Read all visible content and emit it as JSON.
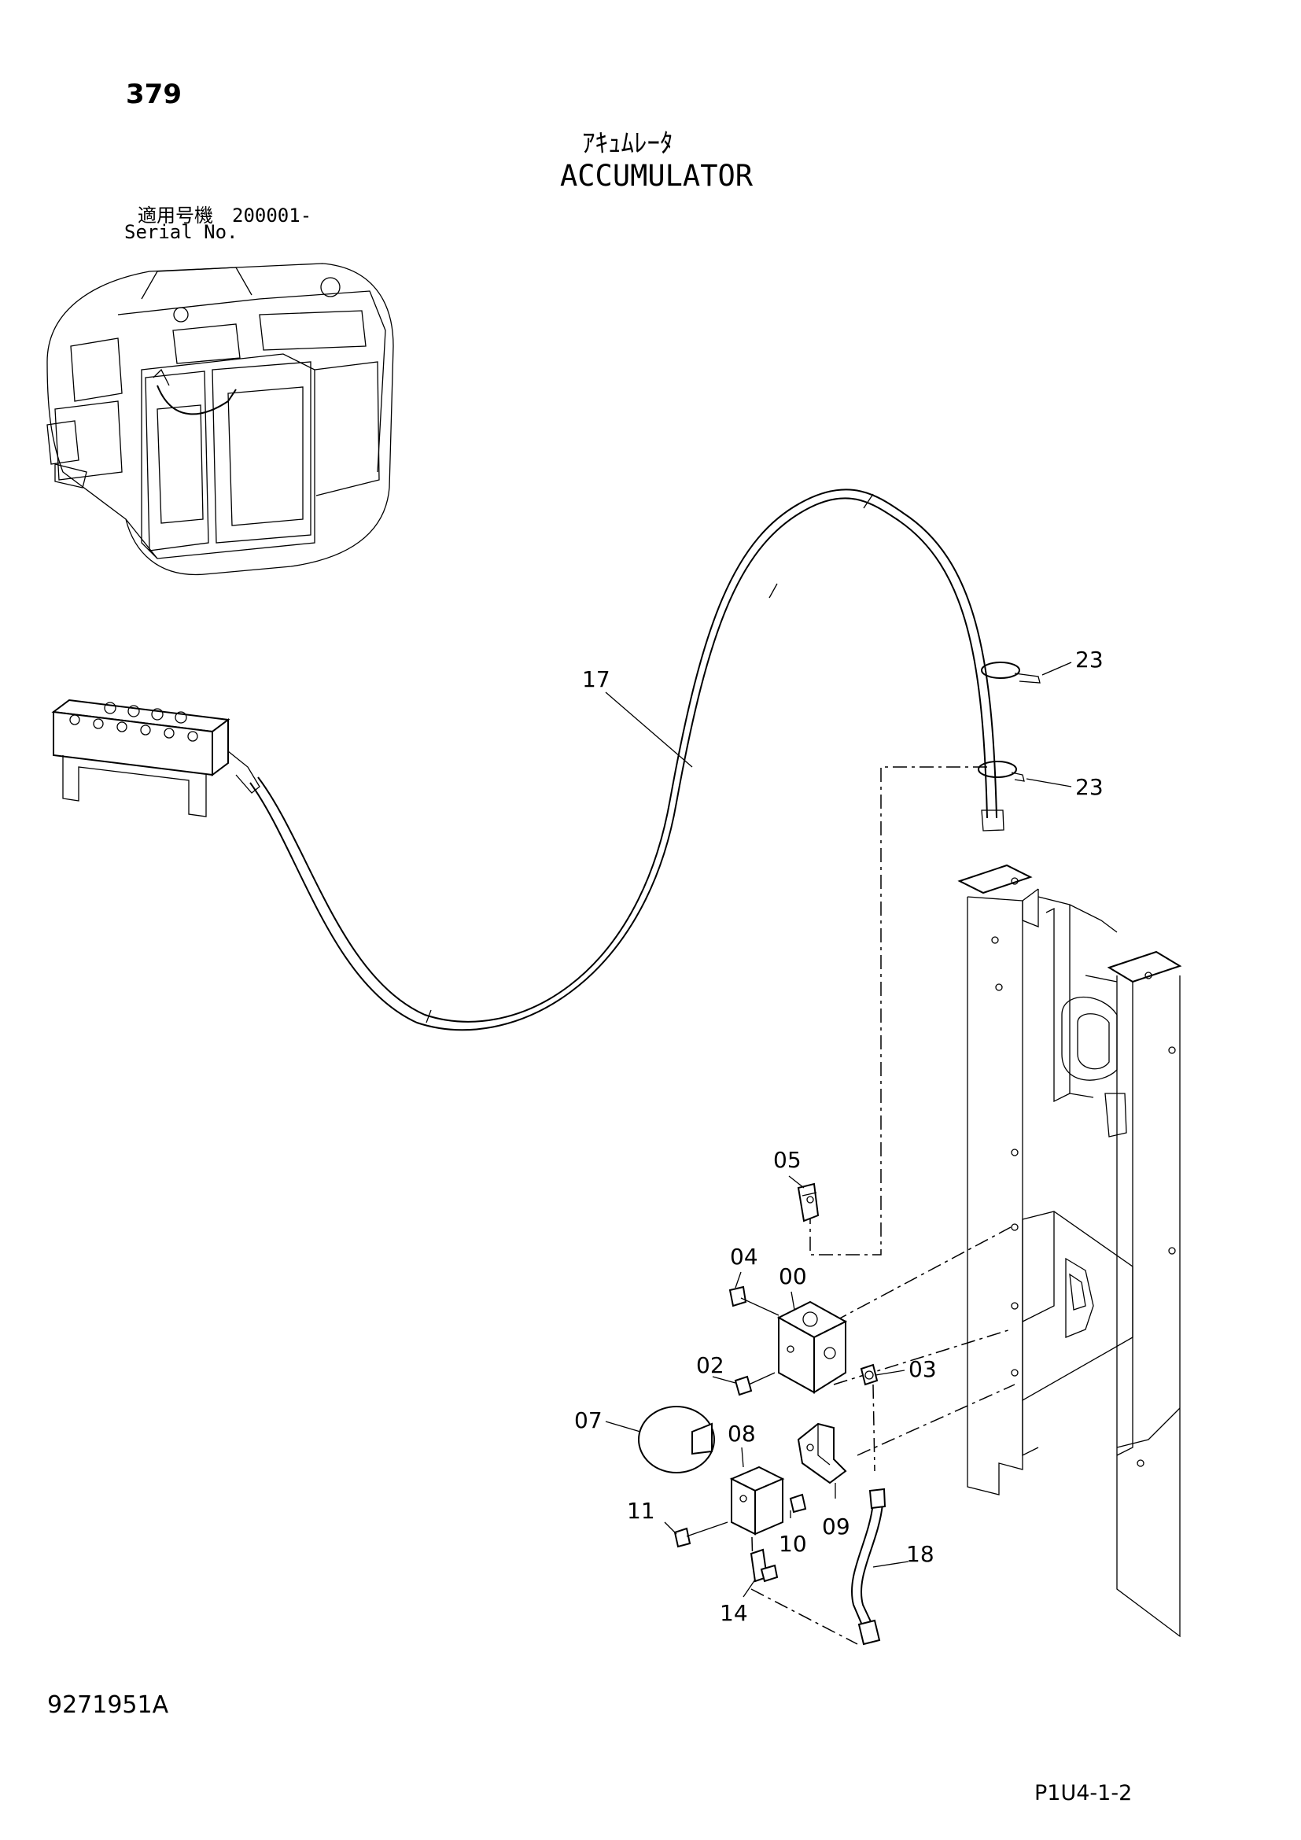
{
  "header": {
    "page_number": "379",
    "title_japanese": "ｱｷｭﾑﾚｰﾀ",
    "title_english": "ACCUMULATOR",
    "serial_label_japanese": "適用号機　200001-",
    "serial_label_english": "Serial No."
  },
  "callouts": [
    {
      "id": "17",
      "label": "17"
    },
    {
      "id": "23a",
      "label": "23"
    },
    {
      "id": "23b",
      "label": "23"
    },
    {
      "id": "05",
      "label": "05"
    },
    {
      "id": "04",
      "label": "04"
    },
    {
      "id": "00",
      "label": "00"
    },
    {
      "id": "02",
      "label": "02"
    },
    {
      "id": "03",
      "label": "03"
    },
    {
      "id": "07",
      "label": "07"
    },
    {
      "id": "08",
      "label": "08"
    },
    {
      "id": "11",
      "label": "11"
    },
    {
      "id": "10",
      "label": "10"
    },
    {
      "id": "09",
      "label": "09"
    },
    {
      "id": "18",
      "label": "18"
    },
    {
      "id": "14",
      "label": "14"
    }
  ],
  "footer": {
    "document_number": "9271951A",
    "page_code": "P1U4-1-2"
  }
}
